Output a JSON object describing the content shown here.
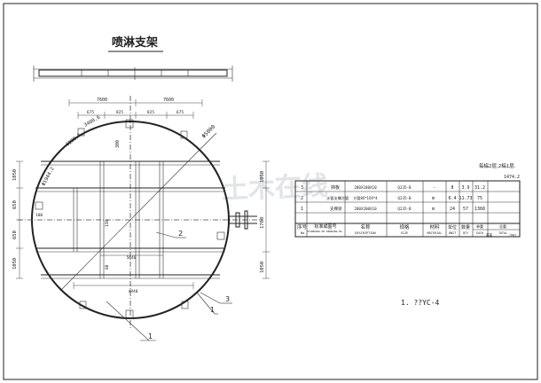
{
  "title": "喷淋支架",
  "drawing_code": "1. ??YC-4",
  "note_top": "每榀2层,2榀1层.",
  "watermark": "土木在线",
  "dims": {
    "top_left": "7600",
    "top_right": "7600",
    "seg_a": "675",
    "seg_b": "825",
    "seg_c": "825",
    "seg_d": "675",
    "diameter_label": "Φ5000",
    "arc_1": "CI98.5",
    "arc_2": "Φ1944.2",
    "arc_3": "3400.6",
    "left_1": "1050",
    "left_2": "650",
    "left_3": "650",
    "left_4": "1050",
    "right_1": "1050",
    "right_2": "1700",
    "right_3": "1050",
    "inner_300": "300",
    "inner_150": "150",
    "inner_80": "80",
    "bottom_inner": "5040",
    "bottom_outer": "4940",
    "side_label": "180",
    "total_top": "1474.2"
  },
  "callouts": {
    "c1": "1",
    "c2": "2",
    "c3": "3"
  },
  "bom": {
    "rows": [
      {
        "no": "3",
        "std": "",
        "name": "挡板",
        "spec": "280X180X10",
        "material": "Q235-B",
        "unit": "-",
        "qty": "8",
        "unit_weight": "3.9",
        "total": "31.2"
      },
      {
        "no": "2",
        "std": "",
        "name": "水管支撑方管",
        "spec": "方管80*100*4",
        "material": "Q235-B",
        "unit": "m",
        "qty": "6.4",
        "unit_weight": "11.73",
        "total": "75"
      },
      {
        "no": "1",
        "std": "",
        "name": "支撑梁",
        "spec": "200X200X10",
        "material": "Q235-B",
        "unit": "m",
        "qty": "24",
        "unit_weight": "57",
        "total": "1368"
      }
    ],
    "header_cn": {
      "no": "序号",
      "std": "标准或图号",
      "name": "名称",
      "spec": "规格",
      "material": "材料",
      "unit": "单位",
      "qty": "数量",
      "unit_weight": "单重",
      "total": "总重",
      "weight": "重量"
    },
    "header_en": {
      "no": "No.",
      "std": "STANDARD OR DRAWING No.",
      "name": "DESCRIPTION",
      "spec": "SIZE",
      "material": "MATERIAL",
      "unit": "UNIT",
      "qty": "QTY",
      "unit_weight": "EACH",
      "total": "TOTAL",
      "weight": "WT",
      "kg": "(kg)"
    }
  }
}
